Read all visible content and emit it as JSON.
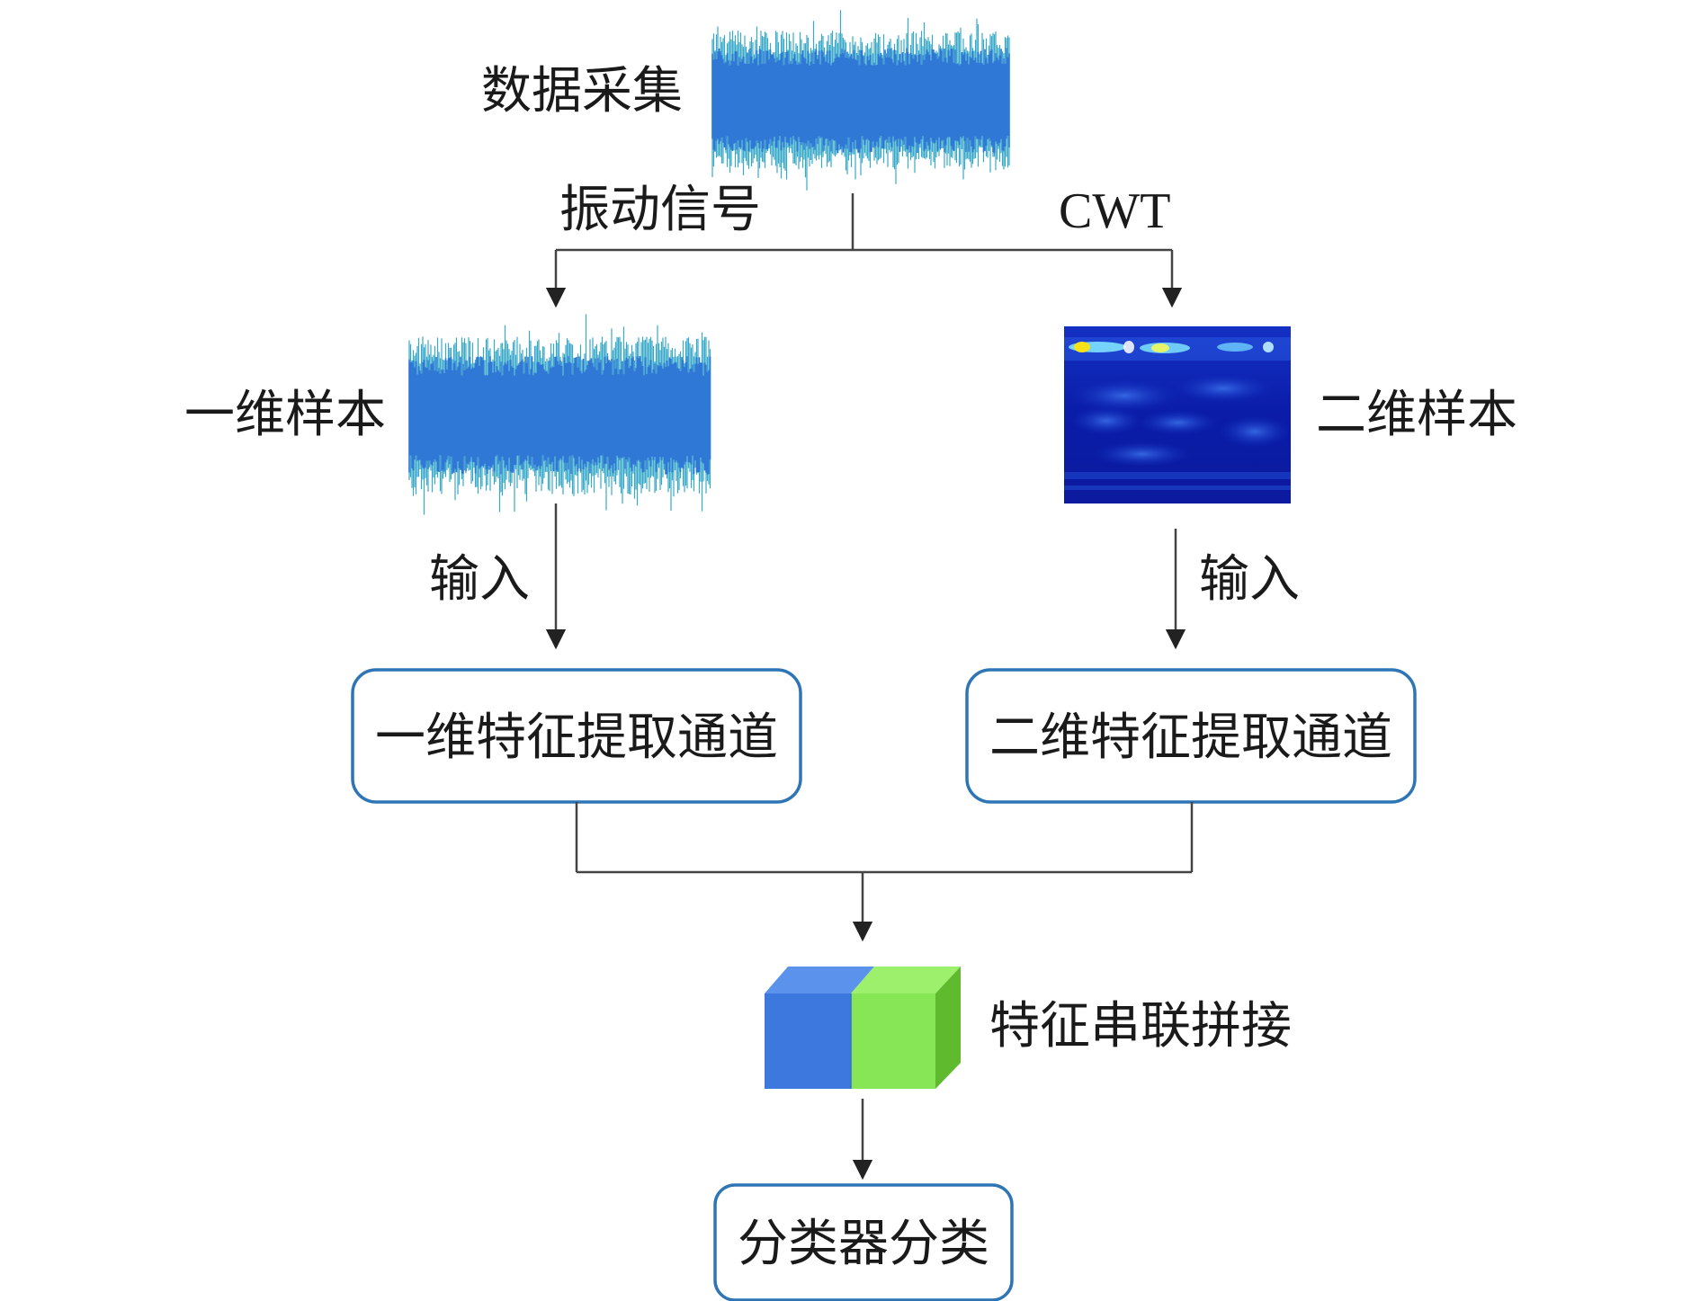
{
  "labels": {
    "data_acquisition": "数据采集",
    "vibration_signal": "振动信号",
    "cwt": "CWT",
    "sample_1d": "一维样本",
    "sample_2d": "二维样本",
    "input_left": "输入",
    "input_right": "输入",
    "feature_concat": "特征串联拼接"
  },
  "boxes": {
    "channel_1d": "一维特征提取通道",
    "channel_2d": "二维特征提取通道",
    "classifier": "分类器分类"
  },
  "colors": {
    "waveform_blue": "#2f78d6",
    "waveform_edge": "#39a9c9",
    "box_border": "#2e75b6",
    "cube_blue": "#3d78de",
    "cube_green": "#86e656",
    "scalogram_bg": "#0a1ca8"
  },
  "icons": {
    "waveform_raw": "vibration-waveform",
    "waveform_1d": "vibration-waveform",
    "scalogram_2d": "cwt-scalogram",
    "feature_cube": "concatenated-feature-block"
  }
}
